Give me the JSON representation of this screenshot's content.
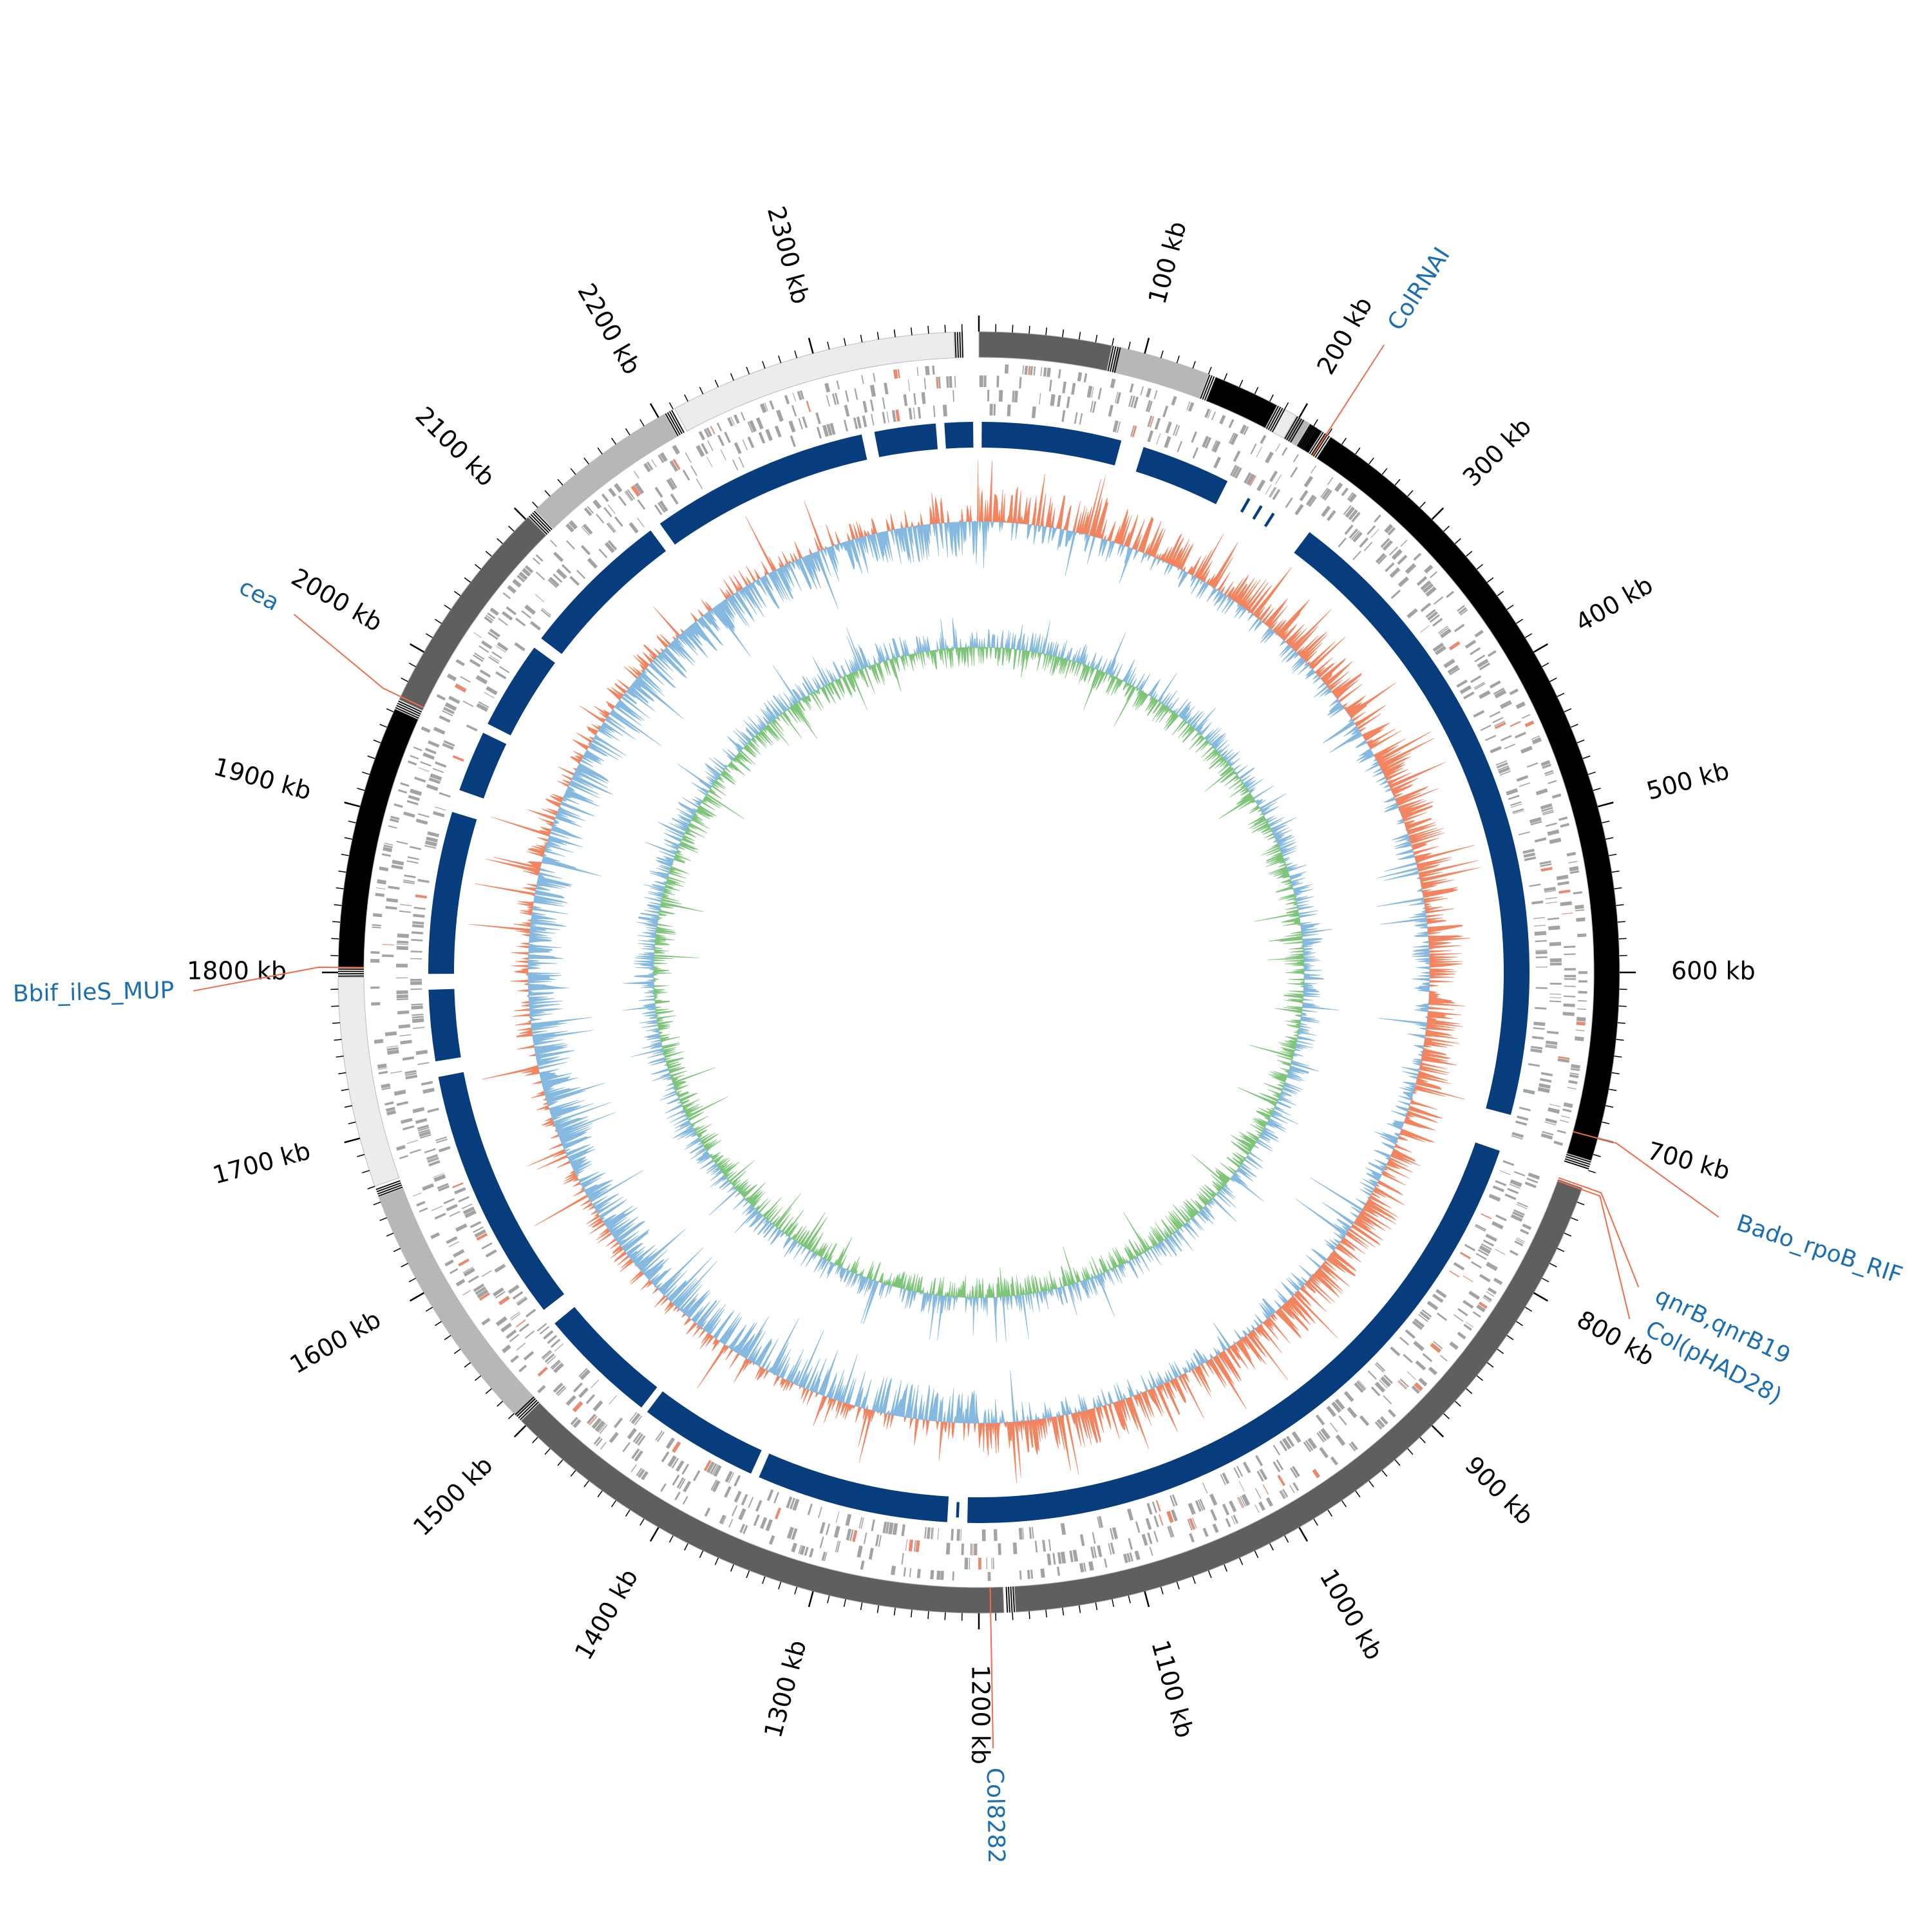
{
  "genome": {
    "total_kb": 2400,
    "origin_label_kb": 0
  },
  "colors": {
    "contig_shades": [
      "#5f5f5f",
      "#b7b7b7",
      "#000000",
      "#ececec",
      "#9a9a9a"
    ],
    "feature_gray": "#a3a3a3",
    "feature_red": "#e9896f",
    "block_blue": "#073d7d",
    "gc_skew_pos": "#f2845f",
    "gc_skew_neg": "#86b9df",
    "gc_content_pos": "#7ec57a",
    "gc_content_neg": "#86b9df",
    "annotation_text": "#1c6eb3",
    "leader_line": "#ef6b4a"
  },
  "ticks": [
    {
      "kb": 100,
      "label": "100 kb"
    },
    {
      "kb": 200,
      "label": "200 kb"
    },
    {
      "kb": 300,
      "label": "300 kb"
    },
    {
      "kb": 400,
      "label": "400 kb"
    },
    {
      "kb": 500,
      "label": "500 kb"
    },
    {
      "kb": 600,
      "label": "600 kb"
    },
    {
      "kb": 700,
      "label": "700 kb"
    },
    {
      "kb": 800,
      "label": "800 kb"
    },
    {
      "kb": 900,
      "label": "900 kb"
    },
    {
      "kb": 1000,
      "label": "1000 kb"
    },
    {
      "kb": 1100,
      "label": "1100 kb"
    },
    {
      "kb": 1200,
      "label": "1200 kb"
    },
    {
      "kb": 1300,
      "label": "1300 kb"
    },
    {
      "kb": 1400,
      "label": "1400 kb"
    },
    {
      "kb": 1500,
      "label": "1500 kb"
    },
    {
      "kb": 1600,
      "label": "1600 kb"
    },
    {
      "kb": 1700,
      "label": "1700 kb"
    },
    {
      "kb": 1800,
      "label": "1800 kb"
    },
    {
      "kb": 1900,
      "label": "1900 kb"
    },
    {
      "kb": 2000,
      "label": "2000 kb"
    },
    {
      "kb": 2100,
      "label": "2100 kb"
    },
    {
      "kb": 2200,
      "label": "2200 kb"
    },
    {
      "kb": 2300,
      "label": "2300 kb"
    }
  ],
  "contigs": [
    {
      "start": 0,
      "end": 80,
      "shade": 0
    },
    {
      "start": 84,
      "end": 140,
      "shade": 1
    },
    {
      "start": 145,
      "end": 185,
      "shade": 2
    },
    {
      "start": 186,
      "end": 198,
      "shade": 3
    },
    {
      "start": 199,
      "end": 207,
      "shade": 1
    },
    {
      "start": 208,
      "end": 216,
      "shade": 2
    },
    {
      "start": 222,
      "end": 714,
      "shade": 2
    },
    {
      "start": 731,
      "end": 1178,
      "shade": 0
    },
    {
      "start": 1185,
      "end": 1504,
      "shade": 0
    },
    {
      "start": 1508,
      "end": 1663,
      "shade": 1
    },
    {
      "start": 1670,
      "end": 1797,
      "shade": 3
    },
    {
      "start": 1803,
      "end": 1962,
      "shade": 2
    },
    {
      "start": 1968,
      "end": 2102,
      "shade": 0
    },
    {
      "start": 2108,
      "end": 2204,
      "shade": 1
    },
    {
      "start": 2211,
      "end": 2385,
      "shade": 3
    }
  ],
  "blue_blocks": [
    {
      "start": 2,
      "end": 100
    },
    {
      "start": 116,
      "end": 179
    },
    {
      "start": 246,
      "end": 700
    },
    {
      "start": 726,
      "end": 1208
    },
    {
      "start": 1222,
      "end": 1357
    },
    {
      "start": 1363,
      "end": 1447
    },
    {
      "start": 1452,
      "end": 1536
    },
    {
      "start": 1548,
      "end": 1727
    },
    {
      "start": 1738,
      "end": 1788
    },
    {
      "start": 1799,
      "end": 1913
    },
    {
      "start": 1929,
      "end": 1972
    },
    {
      "start": 1979,
      "end": 2041
    },
    {
      "start": 2049,
      "end": 2156
    },
    {
      "start": 2164,
      "end": 2318
    },
    {
      "start": 2327,
      "end": 2370
    },
    {
      "start": 2376,
      "end": 2396
    }
  ],
  "thin_blocks": [
    {
      "start": 197,
      "end": 199
    },
    {
      "start": 207,
      "end": 209
    },
    {
      "start": 217,
      "end": 219
    },
    {
      "start": 1200,
      "end": 1203
    },
    {
      "start": 1214,
      "end": 1216
    }
  ],
  "annotations": [
    {
      "name": "ColRNAI",
      "kb": 219,
      "side": "outer"
    },
    {
      "name": "Bado_rpoB_RIF",
      "kb": 700,
      "side": "outer"
    },
    {
      "name": "qnrB,qnrB19",
      "kb": 730,
      "side": "outer"
    },
    {
      "name": "Col(pHAD28)",
      "kb": 732,
      "side": "outer"
    },
    {
      "name": "Col8282",
      "kb": 1193,
      "side": "outer"
    },
    {
      "name": "Bbif_ileS_MUP",
      "kb": 1803,
      "side": "outer"
    },
    {
      "name": "cea",
      "kb": 1970,
      "side": "outer"
    }
  ]
}
